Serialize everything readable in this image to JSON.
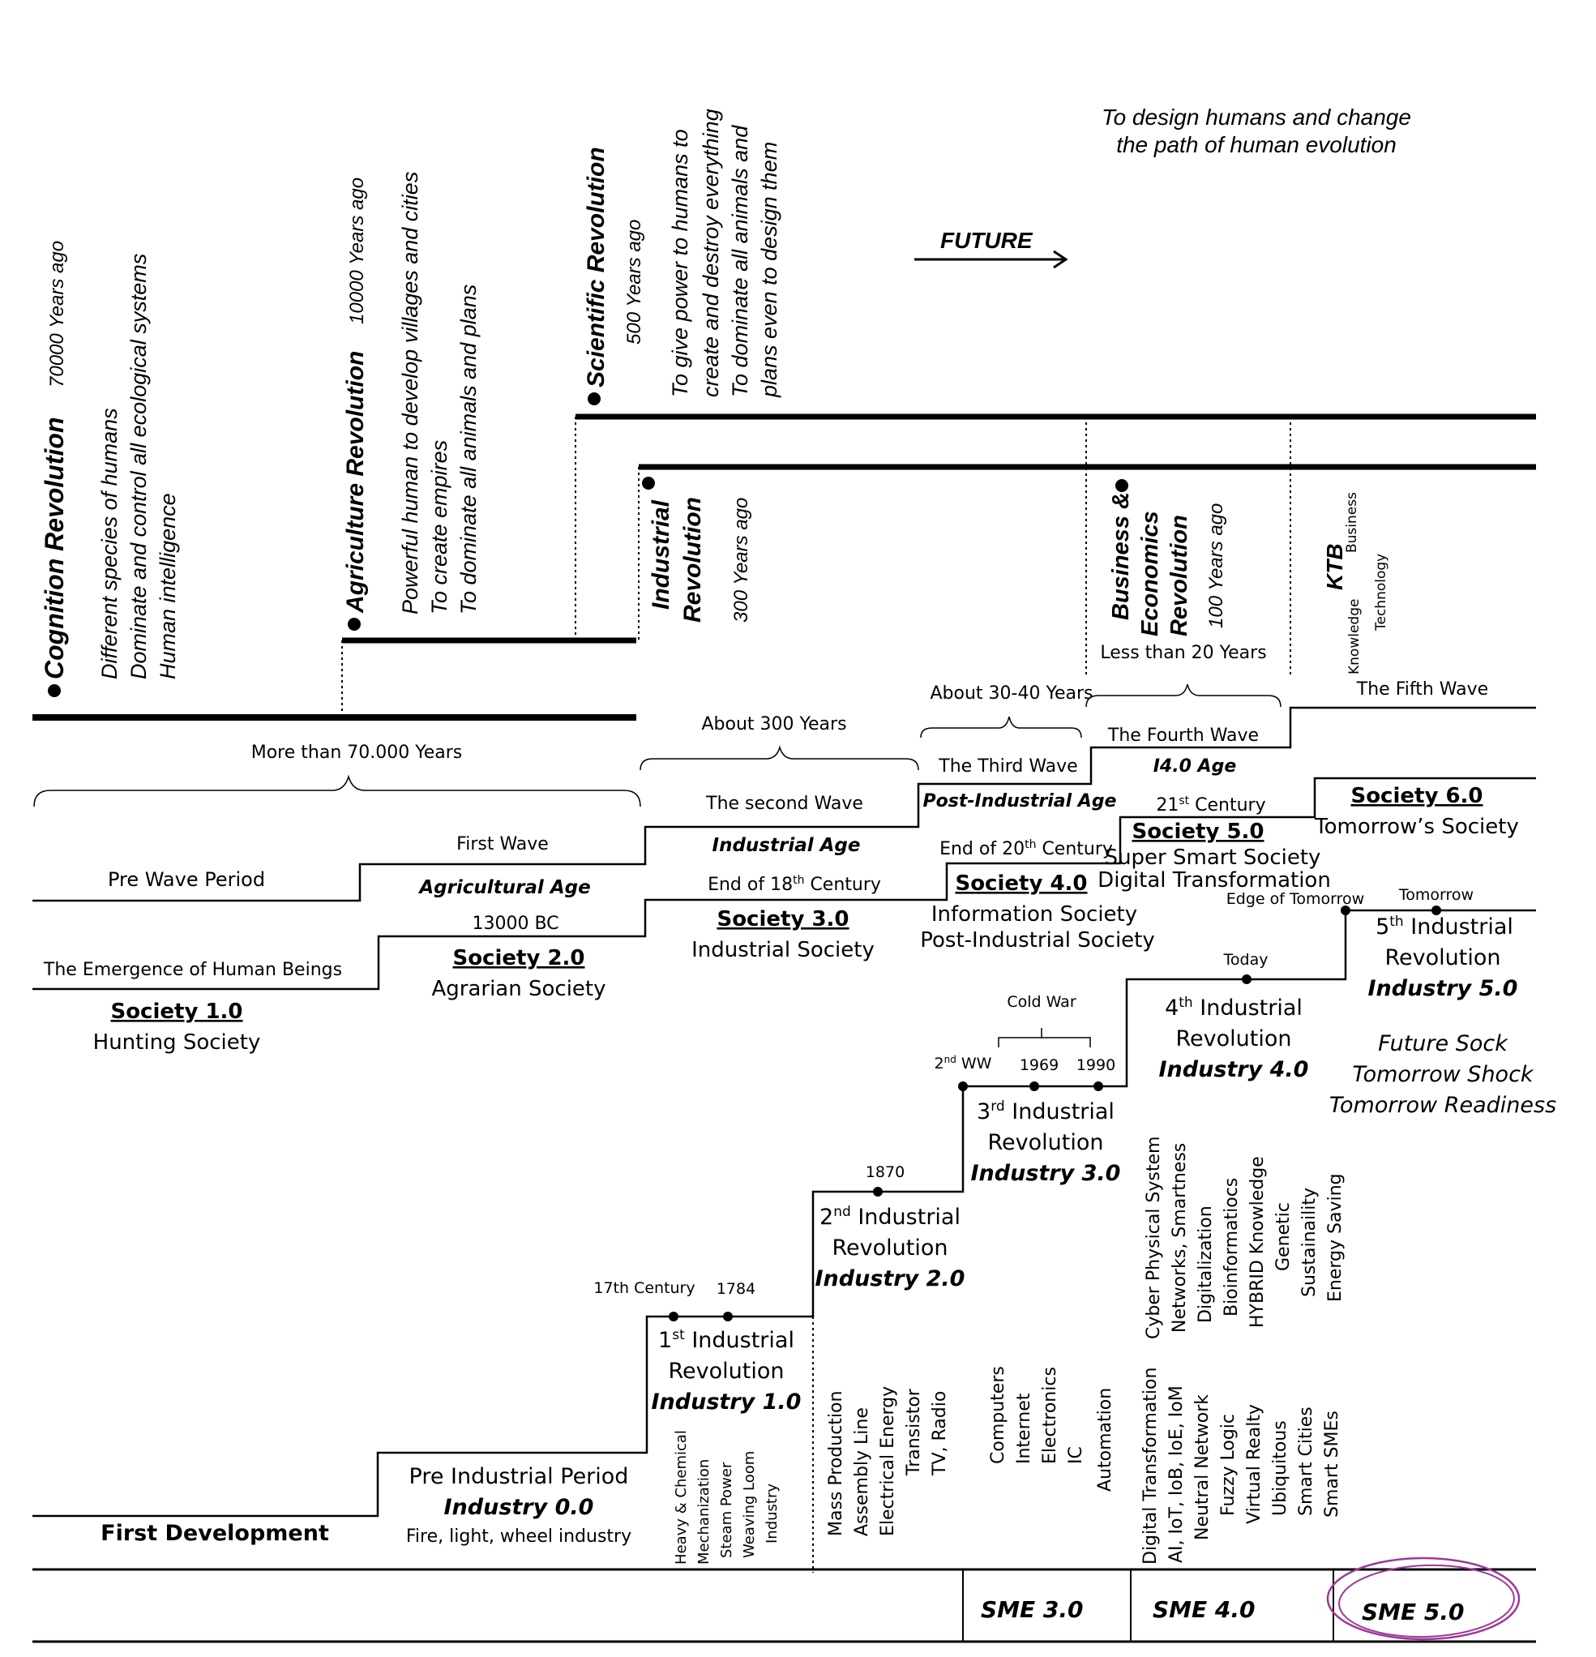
{
  "revolutions": {
    "future": "FUTURE",
    "future_goal": [
      "To design humans and change",
      "the path of human evolution"
    ],
    "cognition": {
      "name": "Cognition Revolution",
      "ago": "70000 Years ago",
      "desc": [
        "Different species of humans",
        "Dominate and control all ecological systems",
        "Human intelligence"
      ]
    },
    "agriculture": {
      "name": "Agriculture Revolution",
      "ago": "10000   Years ago",
      "desc": [
        "Powerful human to develop villages and cities",
        "To create empires",
        "To dominate all animals and plans"
      ]
    },
    "scientific": {
      "name": "Scientific Revolution",
      "ago": "500 Years ago",
      "desc": [
        "To give power to humans to",
        "create and destroy everything",
        "To dominate all animals and",
        "plans even to design them"
      ]
    },
    "industrial": {
      "name": [
        "Industrial",
        "Revolution"
      ],
      "ago": "300 Years ago"
    },
    "business": {
      "name": [
        "Business &",
        "Economics",
        "Revolution"
      ],
      "ago": "100 Years ago"
    },
    "ktb": {
      "abbr": "KTB",
      "words": [
        "Knowledge",
        "Business",
        "Technology"
      ]
    }
  },
  "periods": {
    "more_than_70000": "More than 70.000 Years",
    "about_300": "About 300 Years",
    "about_30_40": "About 30-40 Years",
    "less_than_20": "Less than 20 Years"
  },
  "waves": {
    "pre_wave": "Pre Wave Period",
    "first": {
      "label": "First Wave",
      "age": "Agricultural Age",
      "date": "13000 BC"
    },
    "second": {
      "label": "The second Wave",
      "age": "Industrial Age",
      "date_pre": "End of 18",
      "date_sup": "th",
      "date_post": " Century"
    },
    "third": {
      "label": "The Third Wave",
      "age": "Post-Industrial Age",
      "date_pre": "End of 20",
      "date_sup": "th",
      "date_post": " Century"
    },
    "fourth": {
      "label": "The Fourth Wave",
      "age": "I4.0 Age",
      "date_pre": "21",
      "date_sup": "st",
      "date_post": " Century"
    },
    "fifth": {
      "label": "The Fifth Wave"
    }
  },
  "societies": {
    "s1": {
      "title": "Society 1.0",
      "desc": [
        "Hunting Society"
      ],
      "pre": "The Emergence of Human Beings"
    },
    "s2": {
      "title": "Society 2.0",
      "desc": [
        "Agrarian Society"
      ]
    },
    "s3": {
      "title": "Society 3.0",
      "desc": [
        "Industrial Society"
      ]
    },
    "s4": {
      "title": "Society 4.0",
      "desc": [
        "Information Society",
        "Post-Industrial Society"
      ]
    },
    "s5": {
      "title": "Society 5.0",
      "desc": [
        "Super Smart Society",
        "Digital Transformation"
      ]
    },
    "s6": {
      "title": "Society 6.0",
      "desc": [
        "Tomorrow’s Society"
      ]
    }
  },
  "industries": {
    "first_development": "First Development",
    "ir0": {
      "title": "Pre Industrial Period",
      "industry": "Industry 0.0",
      "note": "Fire, light, wheel industry"
    },
    "ir1": {
      "num": "1",
      "sup": "st",
      "line1": " Industrial",
      "line2": "Revolution",
      "industry": "Industry 1.0",
      "dates": [
        "17th Century",
        "1784"
      ],
      "items": [
        "Heavy & Chemical",
        "Mechanization",
        "Steam Power",
        "Weaving Loom",
        "Industry"
      ]
    },
    "ir2": {
      "num": "2",
      "sup": "nd",
      "line1": " Industrial",
      "line2": "Revolution",
      "industry": "Industry 2.0",
      "date": "1870",
      "items": [
        "Mass Production",
        "Assembly Line",
        "Electrical Energy",
        "Transistor",
        "TV, Radio"
      ]
    },
    "ir3": {
      "num": "3",
      "sup": "rd",
      "line1": "  Industrial",
      "line2": "Revolution",
      "industry": "Industry 3.0",
      "ww_num": "2",
      "ww_sup": "nd",
      "ww_post": " WW",
      "cold_war": "Cold War",
      "dates": [
        "1969",
        "1990"
      ],
      "items": [
        "Computers",
        "Internet",
        "Electronics",
        "IC",
        "Automation"
      ]
    },
    "ir4": {
      "num": "4",
      "sup": "th",
      "line1": "   Industrial",
      "line2": "Revolution",
      "industry": "Industry 4.0",
      "date": "Today",
      "items_top": [
        "Cyber Physical System",
        "Networks, Smartness",
        "Digitalization",
        "Bioinformatiocs",
        "HYBRID Knowledge",
        "Genetic",
        "Sustainaility",
        "Energy Saving"
      ],
      "items_bottom": [
        "Digital Transformation",
        "AI, IoT, IoB, IoE, IoM",
        "Neutral Network",
        "Fuzzy Logic",
        "Virtual Realty",
        "Ubiquitous",
        "Smart Cities",
        "Smart SMEs"
      ]
    },
    "ir5": {
      "num": "5",
      "sup": "th",
      "line1": "   Industrial",
      "line2": "Revolution",
      "industry": "Industry 5.0",
      "edge": "Edge of Tomorrow",
      "tomorrow": "Tomorrow",
      "notes": [
        "Future Sock",
        "Tomorrow Shock",
        "Tomorrow Readiness"
      ]
    }
  },
  "sme": {
    "s3": "SME  3.0",
    "s4": "SME  4.0",
    "s5": "SME    5.0",
    "highlight_color": "#a0379a"
  }
}
